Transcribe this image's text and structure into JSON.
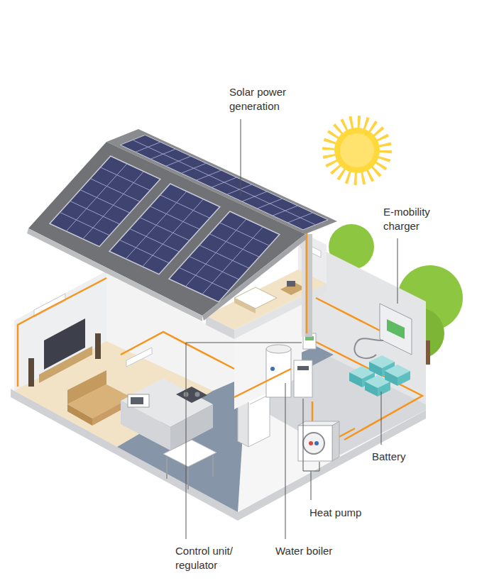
{
  "diagram": {
    "labels": [
      "Solar power generation",
      "E-mobility charger",
      "Battery",
      "Heat pump",
      "Control unit/ regulator",
      "Water boiler"
    ]
  }
}
